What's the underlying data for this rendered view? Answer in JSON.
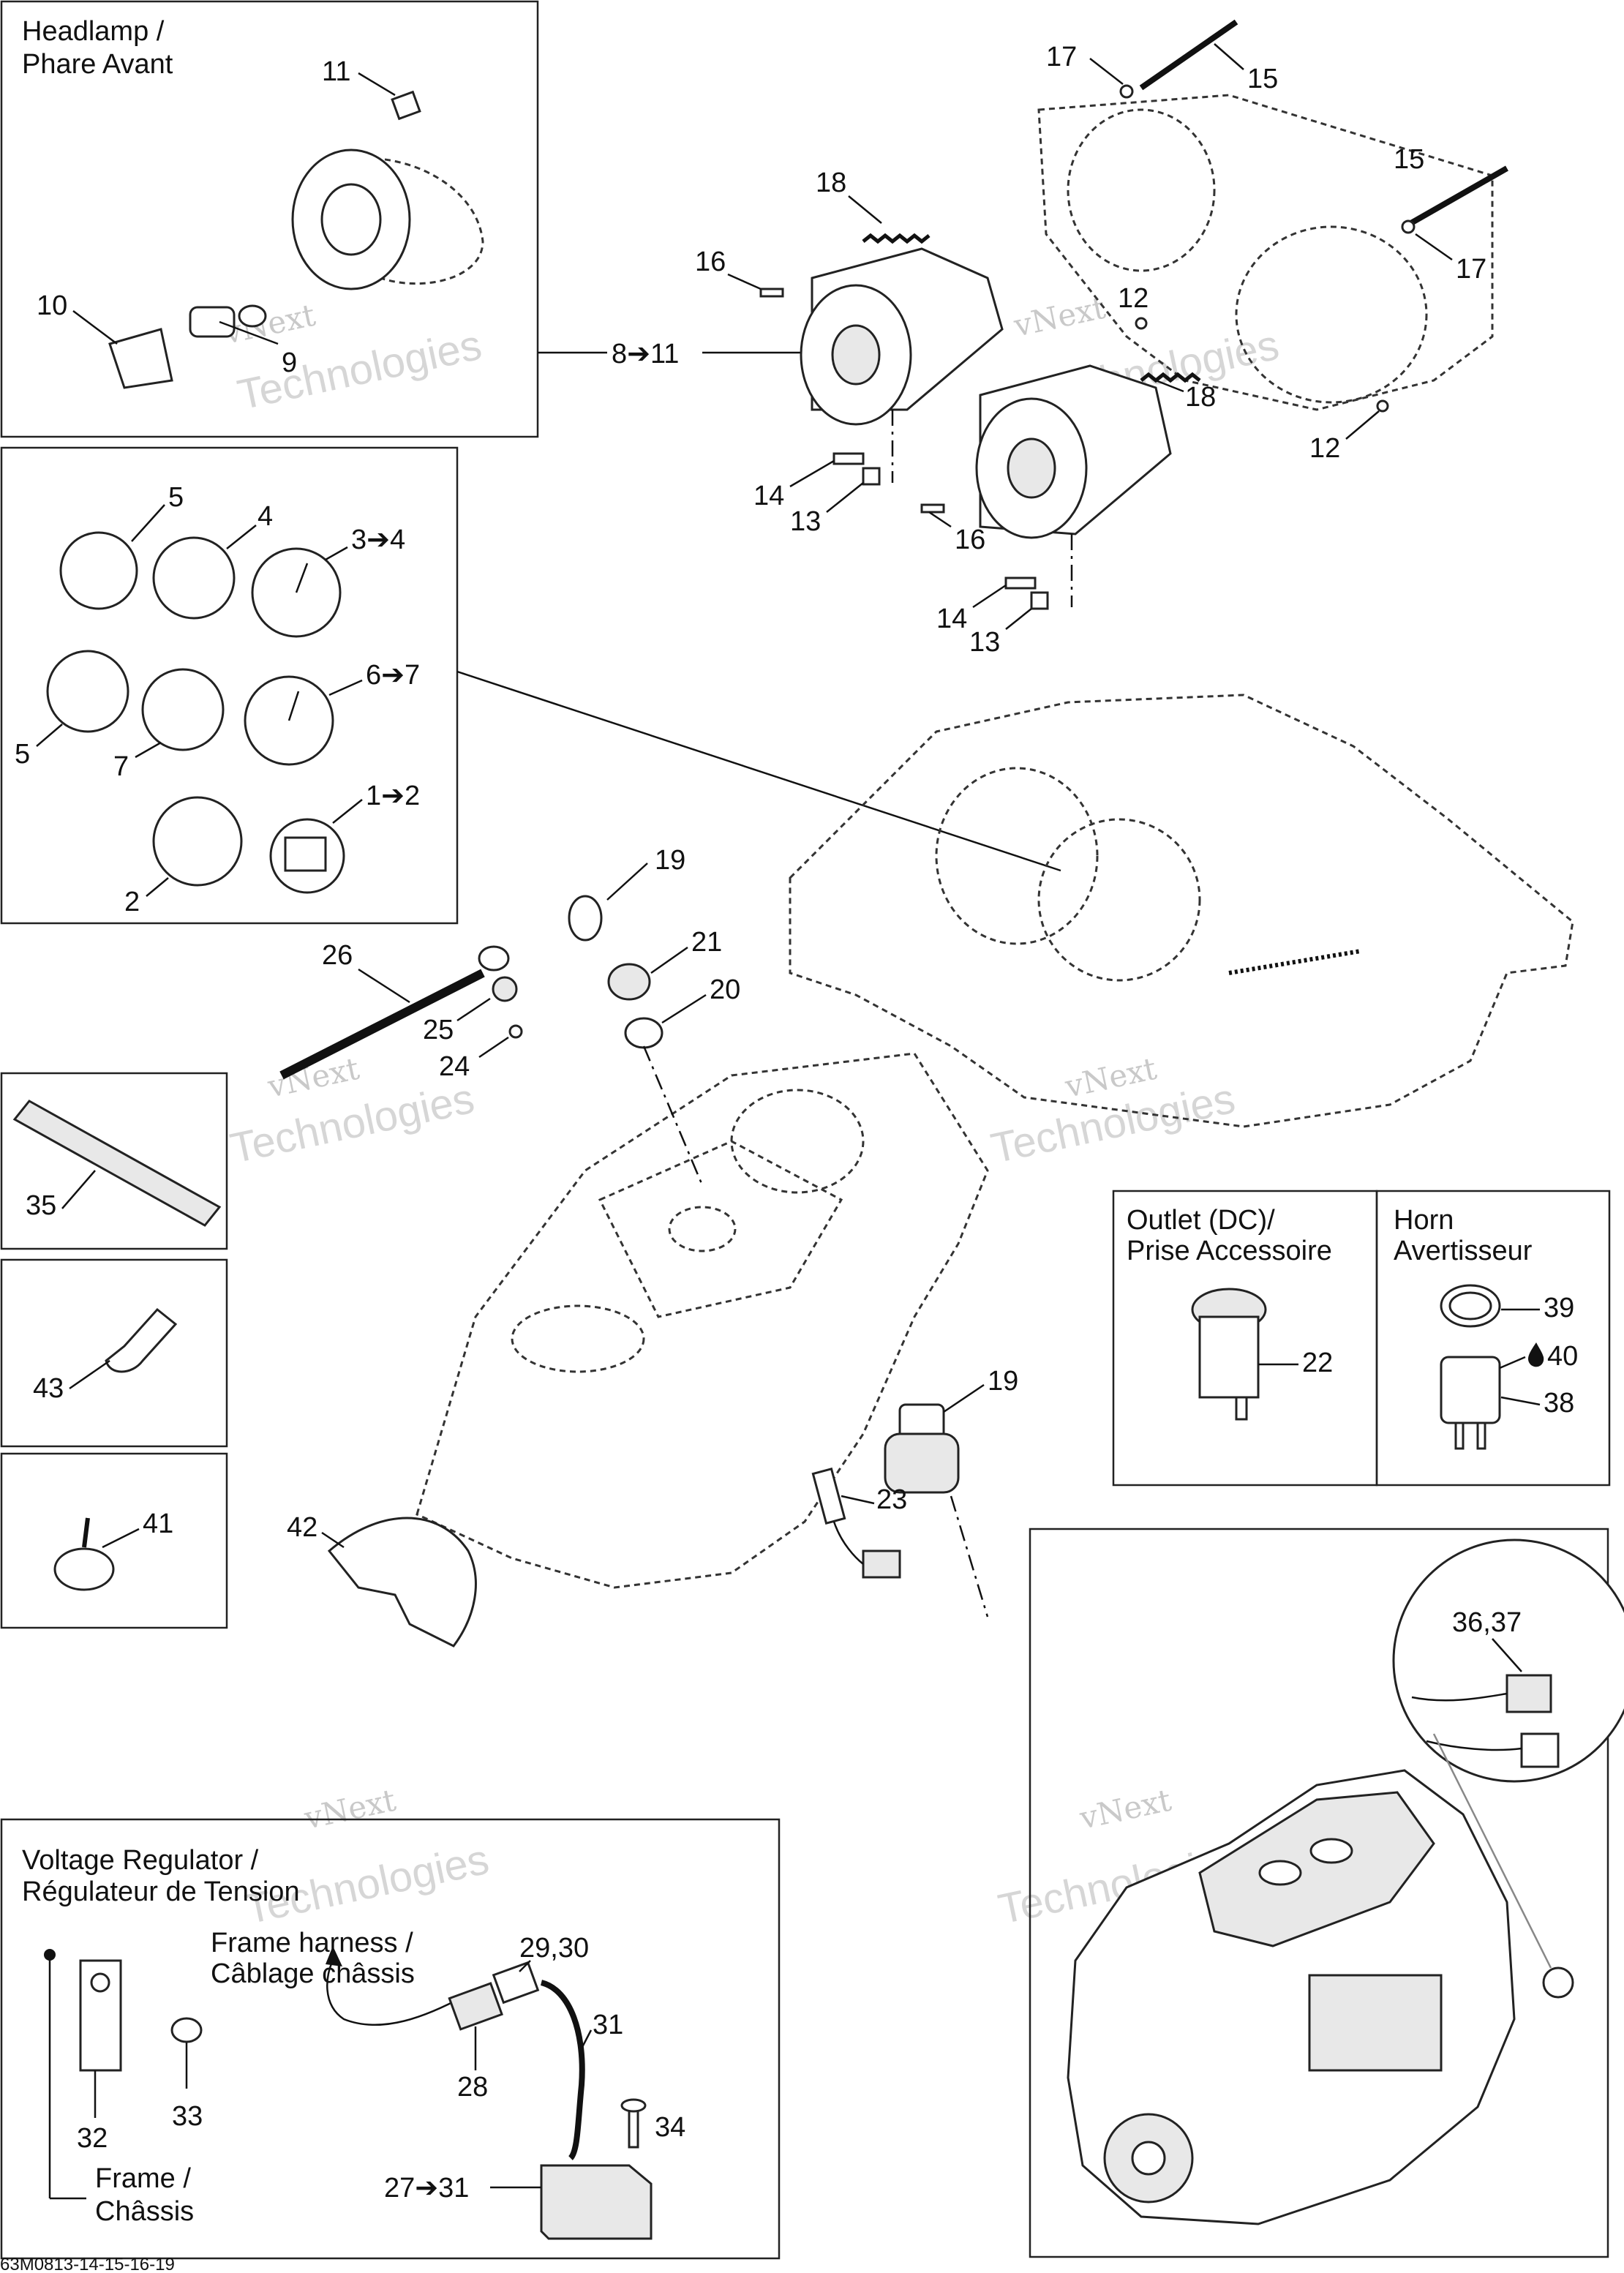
{
  "boxes": {
    "headlamp": {
      "title_en": "Headlamp /",
      "title_fr": "Phare Avant"
    },
    "outlet": {
      "title_en": "Outlet (DC)/",
      "title_fr": "Prise Accessoire"
    },
    "horn": {
      "title_en": "Horn",
      "title_fr": "Avertisseur"
    },
    "voltage_regulator": {
      "title_en": "Voltage Regulator /",
      "title_fr": "Régulateur de Tension"
    }
  },
  "sub_labels": {
    "frame_harness_en": "Frame harness /",
    "frame_harness_fr": "Câblage châssis",
    "frame_en": "Frame /",
    "frame_fr": "Châssis"
  },
  "callouts": {
    "c11": "11",
    "c10": "10",
    "c9": "9",
    "c8_11": "8➔11",
    "c17a": "17",
    "c15a": "15",
    "c15b": "15",
    "c17b": "17",
    "c18a": "18",
    "c16a": "16",
    "c12a": "12",
    "c18b": "18",
    "c12b": "12",
    "c14a": "14",
    "c13a": "13",
    "c16b": "16",
    "c14b": "14",
    "c13b": "13",
    "c5a": "5",
    "c4": "4",
    "c3_4": "3➔4",
    "c6_7": "6➔7",
    "c5b": "5",
    "c7": "7",
    "c1_2": "1➔2",
    "c2": "2",
    "c19a": "19",
    "c21": "21",
    "c20": "20",
    "c26": "26",
    "c25": "25",
    "c24": "24",
    "c35": "35",
    "c43": "43",
    "c41": "41",
    "c42": "42",
    "c19b": "19",
    "c23": "23",
    "c22": "22",
    "c39": "39",
    "c40": "40",
    "c38": "38",
    "c36_37": "36,37",
    "c29_30": "29,30",
    "c28": "28",
    "c31": "31",
    "c34": "34",
    "c33": "33",
    "c32": "32",
    "c27_31": "27➔31"
  },
  "watermark": {
    "line1": "vNext Technologies",
    "line2": "Technologies",
    "line3": "vNext"
  },
  "footer_code": "63M0813-14-15-16-19"
}
